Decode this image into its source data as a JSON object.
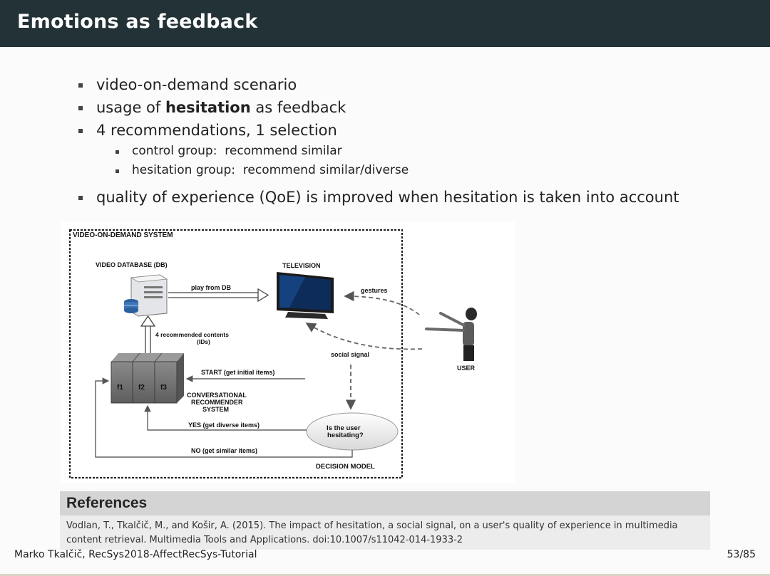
{
  "slide": {
    "title": "Emotions as feedback",
    "bullets": {
      "b1": "video-on-demand scenario",
      "b2_pre": "usage of ",
      "b2_bold": "hesitation",
      "b2_post": " as feedback",
      "b3": "4 recommendations, 1 selection",
      "sub1": "control group:  recommend similar",
      "sub2": "hesitation group:  recommend similar/diverse",
      "b4": "quality of experience (QoE) is improved when hesitation is taken into account"
    }
  },
  "figure": {
    "system_label": "VIDEO-ON-DEMAND SYSTEM",
    "db_label": "VIDEO DATABASE (DB)",
    "tv_label": "TELEVISION",
    "play_label": "play from DB",
    "gestures_label": "gestures",
    "rec_label_1": "4 recommended contents",
    "rec_label_2": "(IDs)",
    "social_label": "social signal",
    "user_label": "USER",
    "start_label": "START (get initial items)",
    "f1": "f1",
    "f2": "f2",
    "f3": "f3",
    "crs_1": "CONVERSATIONAL",
    "crs_2": "RECOMMENDER",
    "crs_3": "SYSTEM",
    "yes_label": "YES (get diverse items)",
    "no_label": "NO (get similar items)",
    "question_1": "Is the user",
    "question_2": "hesitating?",
    "decision_label": "DECISION MODEL"
  },
  "references": {
    "heading": "References",
    "line1": "Vodlan, T., Tkalčič, M., and Košir, A. (2015). The impact of hesitation, a social signal, on a user's quality of experience in multimedia",
    "line2": "content retrieval. Multimedia Tools and Applications. doi:10.1007/s11042-014-1933-2"
  },
  "footer": {
    "left": "Marko Tkalčič, RecSys2018-AffectRecSys-Tutorial",
    "right": "53/85"
  }
}
